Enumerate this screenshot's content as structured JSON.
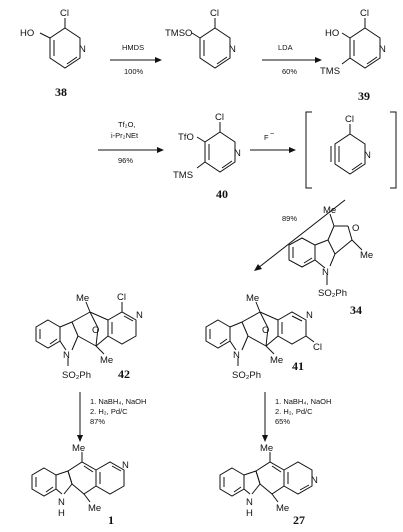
{
  "compounds": {
    "c38": "38",
    "c39": "39",
    "c40": "40",
    "c34": "34",
    "c42": "42",
    "c41": "41",
    "c1": "1",
    "c27": "27"
  },
  "conditions": {
    "step1_reagent": "HMDS",
    "step1_yield": "100%",
    "step2_reagent": "LDA",
    "step2_yield": "60%",
    "step3_reagent1": "Tf₂O,",
    "step3_reagent2": "i-Pr₂NEt",
    "step3_yield": "96%",
    "step4_reagent": "F",
    "step5_yield": "89%",
    "step6_line1": "1. NaBH₄, NaOH",
    "step6_line2": "2. H₂, Pd/C",
    "step6_yield": "87%",
    "step7_line1": "1. NaBH₄, NaOH",
    "step7_line2": "2. H₂, Pd/C",
    "step7_yield": "65%"
  },
  "atoms": {
    "cl": "Cl",
    "ho": "HO",
    "n": "N",
    "tmso": "TMSO",
    "tms": "TMS",
    "tfo": "TfO",
    "o": "O",
    "me": "Me",
    "so2ph": "SO₂Ph",
    "nh": "H",
    "minus": "−"
  }
}
